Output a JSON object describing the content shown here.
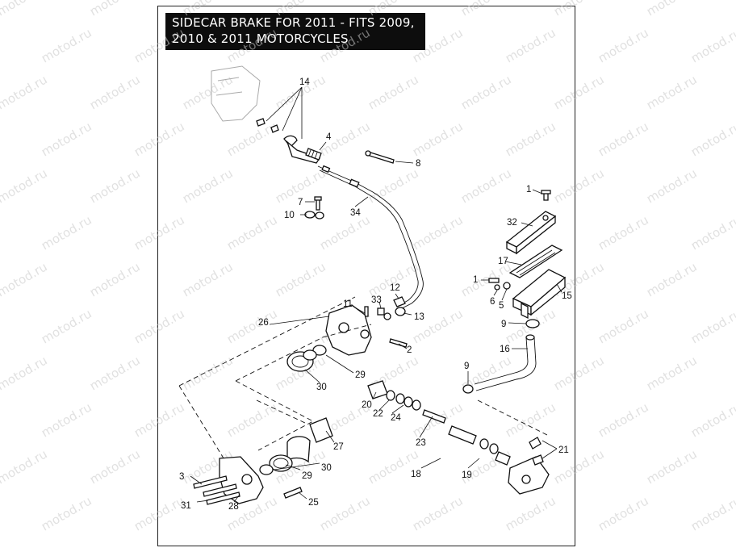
{
  "title": {
    "line1": "SIDECAR BRAKE FOR 2011 - FITS 2009,",
    "line2": "2010 & 2011 MOTORCYCLES"
  },
  "watermark": "motod.ru",
  "callouts": {
    "c14": "14",
    "c4": "4",
    "c8": "8",
    "c7": "7",
    "c10": "10",
    "c34": "34",
    "c1a": "1",
    "c32": "32",
    "c17": "17",
    "c1b": "1",
    "c6": "6",
    "c5": "5",
    "c15": "15",
    "c9a": "9",
    "c16": "16",
    "c12": "12",
    "c33": "33",
    "c11": "11",
    "c13": "13",
    "c26": "26",
    "c2": "2",
    "c29a": "29",
    "c30a": "30",
    "c20": "20",
    "c22": "22",
    "c24": "24",
    "c9b": "9",
    "c23": "23",
    "c27": "27",
    "c21": "21",
    "c3": "3",
    "c29b": "29",
    "c30b": "30",
    "c18": "18",
    "c19": "19",
    "c31": "31",
    "c28": "28",
    "c25": "25"
  },
  "colors": {
    "title_bg": "#0d0d0d",
    "title_fg": "#ffffff",
    "line": "#111111",
    "watermark": "#c9c9c9"
  }
}
